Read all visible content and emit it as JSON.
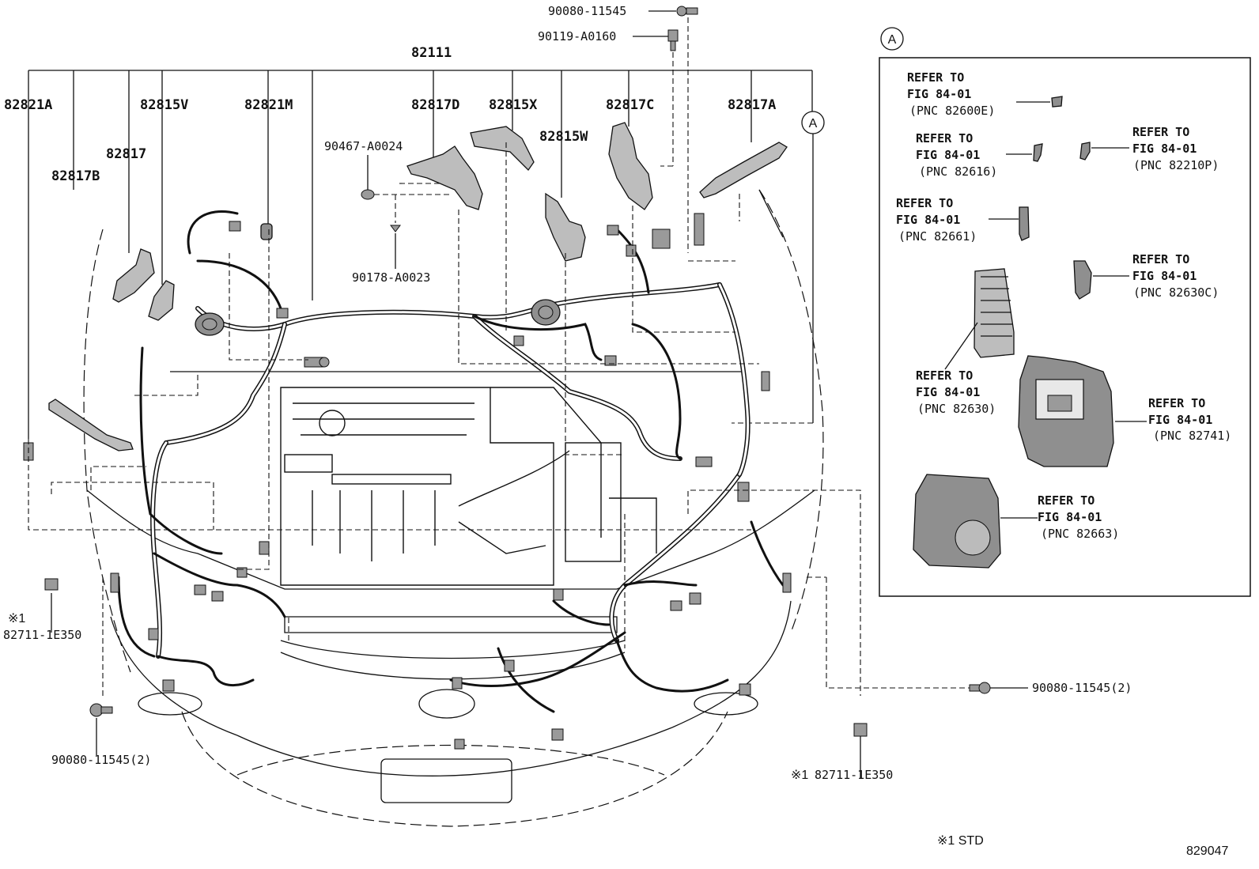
{
  "diagram": {
    "main_harness": "82111",
    "callouts": {
      "p82821A": "82821A",
      "p82817B": "82817B",
      "p82817": "82817",
      "p82815V": "82815V",
      "p82821M": "82821M",
      "p82817D": "82817D",
      "p82815X": "82815X",
      "p82815W": "82815W",
      "p82817C": "82817C",
      "p82817A": "82817A",
      "p90467": "90467-A0024",
      "p90178": "90178-A0023",
      "p90080_top": "90080-11545",
      "p90119": "90119-A0160",
      "p82711_left": "82711-1E350",
      "p82711_right": "82711-1E350",
      "p90080_left": "90080-11545(2)",
      "p90080_right": "90080-11545(2)"
    },
    "std_marker": "※1",
    "ref_marker": "A"
  },
  "inset": {
    "marker": "A",
    "refs": [
      {
        "line1": "REFER TO",
        "line2": "FIG 84-01",
        "line3": "(PNC 82600E)"
      },
      {
        "line1": "REFER TO",
        "line2": "FIG 84-01",
        "line3": "(PNC 82616)"
      },
      {
        "line1": "REFER TO",
        "line2": "FIG 84-01",
        "line3": "(PNC 82210P)"
      },
      {
        "line1": "REFER TO",
        "line2": "FIG 84-01",
        "line3": "(PNC 82661)"
      },
      {
        "line1": "REFER TO",
        "line2": "FIG 84-01",
        "line3": "(PNC 82630C)"
      },
      {
        "line1": "REFER TO",
        "line2": "FIG 84-01",
        "line3": "(PNC 82630)"
      },
      {
        "line1": "REFER TO",
        "line2": "FIG 84-01",
        "line3": "(PNC 82741)"
      },
      {
        "line1": "REFER TO",
        "line2": "FIG 84-01",
        "line3": "(PNC 82663)"
      }
    ]
  },
  "footer": {
    "std_note": "※1 STD",
    "figure_id": "829047"
  }
}
